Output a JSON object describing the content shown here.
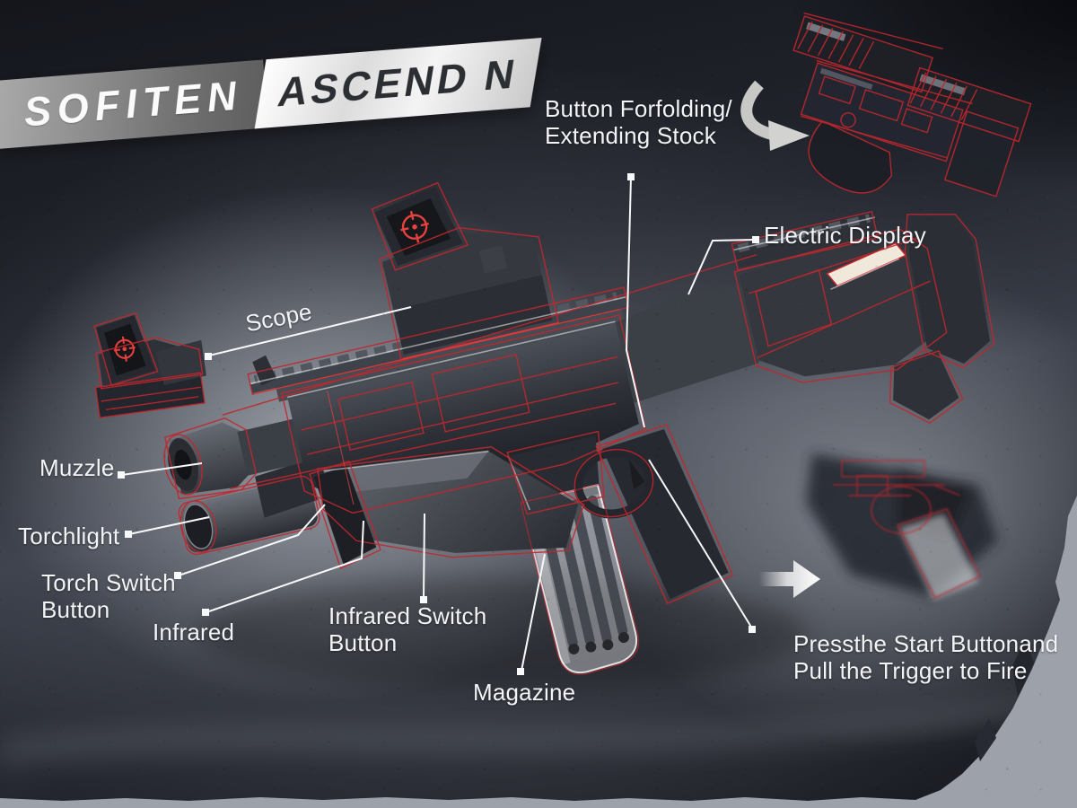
{
  "brand": {
    "name": "SOFITEN",
    "model": "ASCEND N"
  },
  "labels": {
    "stock_button": "Button Forfolding/\nExtending Stock",
    "electric_display": "Electric Display",
    "scope": "Scope",
    "muzzle": "Muzzle",
    "torchlight": "Torchlight",
    "torch_switch": "Torch Switch\nButton",
    "infrared": "Infrared",
    "infrared_switch": "Infrared Switch\nButton",
    "magazine": "Magazine",
    "fire_instruction": "Pressthe Start Buttonand\nPull the Trigger to Fire"
  },
  "icons": {
    "curved_arrow": "curved-arrow-icon",
    "right_arrow": "right-arrow-icon",
    "leader_marker": "square-marker"
  },
  "colors": {
    "wireframe_red": "#c1272d",
    "reticle_red": "#e8413e",
    "label_text": "#f3f4f6",
    "banner_model_text": "#2b2e33",
    "background_light": "#9ca1aa",
    "background_dark": "#16181e",
    "display_slash": "#f0e8db"
  }
}
